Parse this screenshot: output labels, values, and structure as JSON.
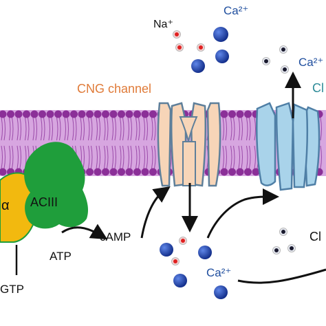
{
  "labels": {
    "na_top": "Na⁺",
    "ca_top": "Ca²⁺",
    "ca_top_right": "Ca²⁺",
    "cl_top_right": "Cl",
    "cng_channel": "CNG channel",
    "alpha": "α",
    "aciii": "ACIII",
    "atp": "ATP",
    "camp": "cAMP",
    "gtp": "GTP",
    "ca_bottom": "Ca²⁺",
    "cl_bottom": "Cl"
  },
  "colors": {
    "membrane_fill": "#c98ad6",
    "lipid_head": "#8b2f98",
    "cng_channel": "#f7d5b8",
    "cl_channel": "#a9d3ea",
    "aciii": "#1f9e3b",
    "g_alpha": "#f2b90f",
    "na_ion": "#e02020",
    "ca_ion": "#1b3ea8",
    "cl_ion": "#1a1a2e"
  }
}
